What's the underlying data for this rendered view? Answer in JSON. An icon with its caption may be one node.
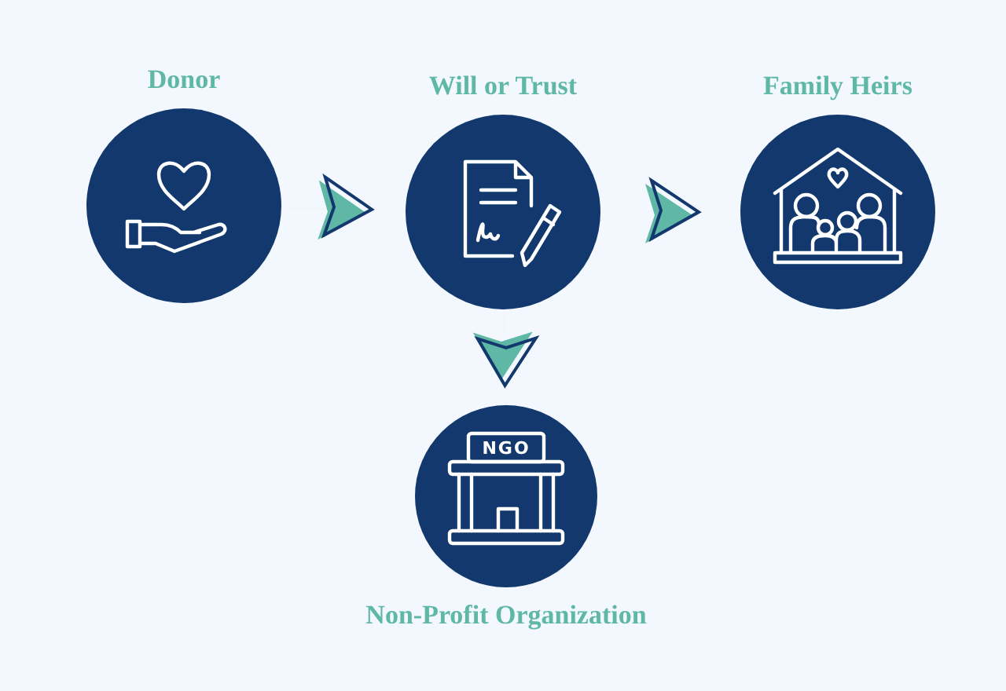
{
  "diagram": {
    "nodes": [
      {
        "text": [
          "Donor"
        ]
      },
      {
        "text": [
          "Will or Trust"
        ]
      },
      {
        "text": [
          "Family Heirs"
        ]
      },
      {
        "text": [
          "Non-Profit Organization"
        ]
      }
    ],
    "edges": [
      {
        "from": 0,
        "to": 1,
        "arrow": "to"
      },
      {
        "from": 1,
        "to": 2,
        "arrow": "to"
      },
      {
        "from": 1,
        "to": 3,
        "arrow": "to"
      }
    ],
    "labels": [
      "NGO"
    ]
  }
}
